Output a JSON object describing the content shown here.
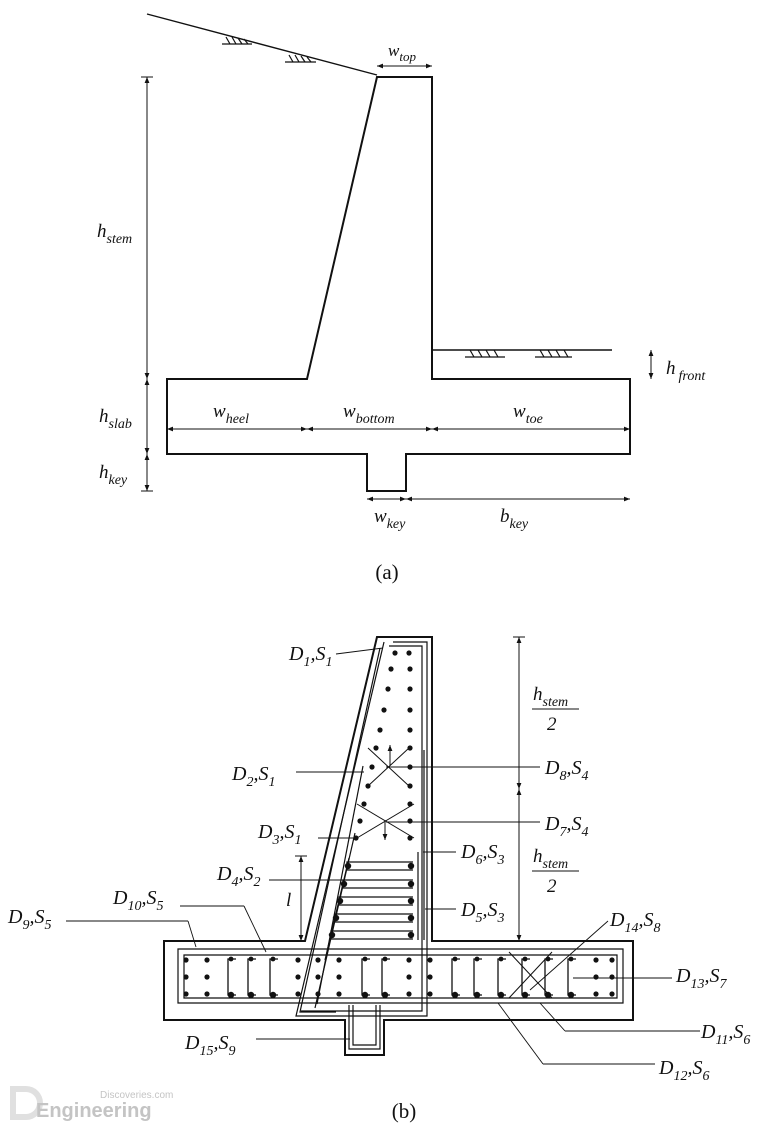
{
  "panel_a": {
    "caption": "(a)",
    "dims": {
      "w_top": {
        "main": "w",
        "sub": "top"
      },
      "h_stem": {
        "main": "h",
        "sub": "stem"
      },
      "h_front": {
        "main": "h",
        "sub": "front"
      },
      "h_slab": {
        "main": "h",
        "sub": "slab"
      },
      "h_key": {
        "main": "h",
        "sub": "key"
      },
      "w_heel": {
        "main": "w",
        "sub": "heel"
      },
      "w_bottom": {
        "main": "w",
        "sub": "bottom"
      },
      "w_toe": {
        "main": "w",
        "sub": "toe"
      },
      "w_key": {
        "main": "w",
        "sub": "key"
      },
      "b_key": {
        "main": "b",
        "sub": "key"
      }
    }
  },
  "panel_b": {
    "caption": "(b)",
    "half_stem": {
      "main": "h",
      "sub": "stem",
      "den": "2"
    },
    "l_label": "l",
    "bars": {
      "b1": {
        "d": "1",
        "s": "1"
      },
      "b2": {
        "d": "2",
        "s": "1"
      },
      "b3": {
        "d": "3",
        "s": "1"
      },
      "b4": {
        "d": "4",
        "s": "2"
      },
      "b5": {
        "d": "5",
        "s": "3"
      },
      "b6": {
        "d": "6",
        "s": "3"
      },
      "b7": {
        "d": "7",
        "s": "4"
      },
      "b8": {
        "d": "8",
        "s": "4"
      },
      "b9": {
        "d": "9",
        "s": "5"
      },
      "b10": {
        "d": "10",
        "s": "5"
      },
      "b11": {
        "d": "11",
        "s": "6"
      },
      "b12": {
        "d": "12",
        "s": "6"
      },
      "b13": {
        "d": "13",
        "s": "7"
      },
      "b14": {
        "d": "14",
        "s": "8"
      },
      "b15": {
        "d": "15",
        "s": "9"
      }
    }
  },
  "watermark": {
    "line1": "Discoveries.com",
    "line2": "Engineering"
  }
}
